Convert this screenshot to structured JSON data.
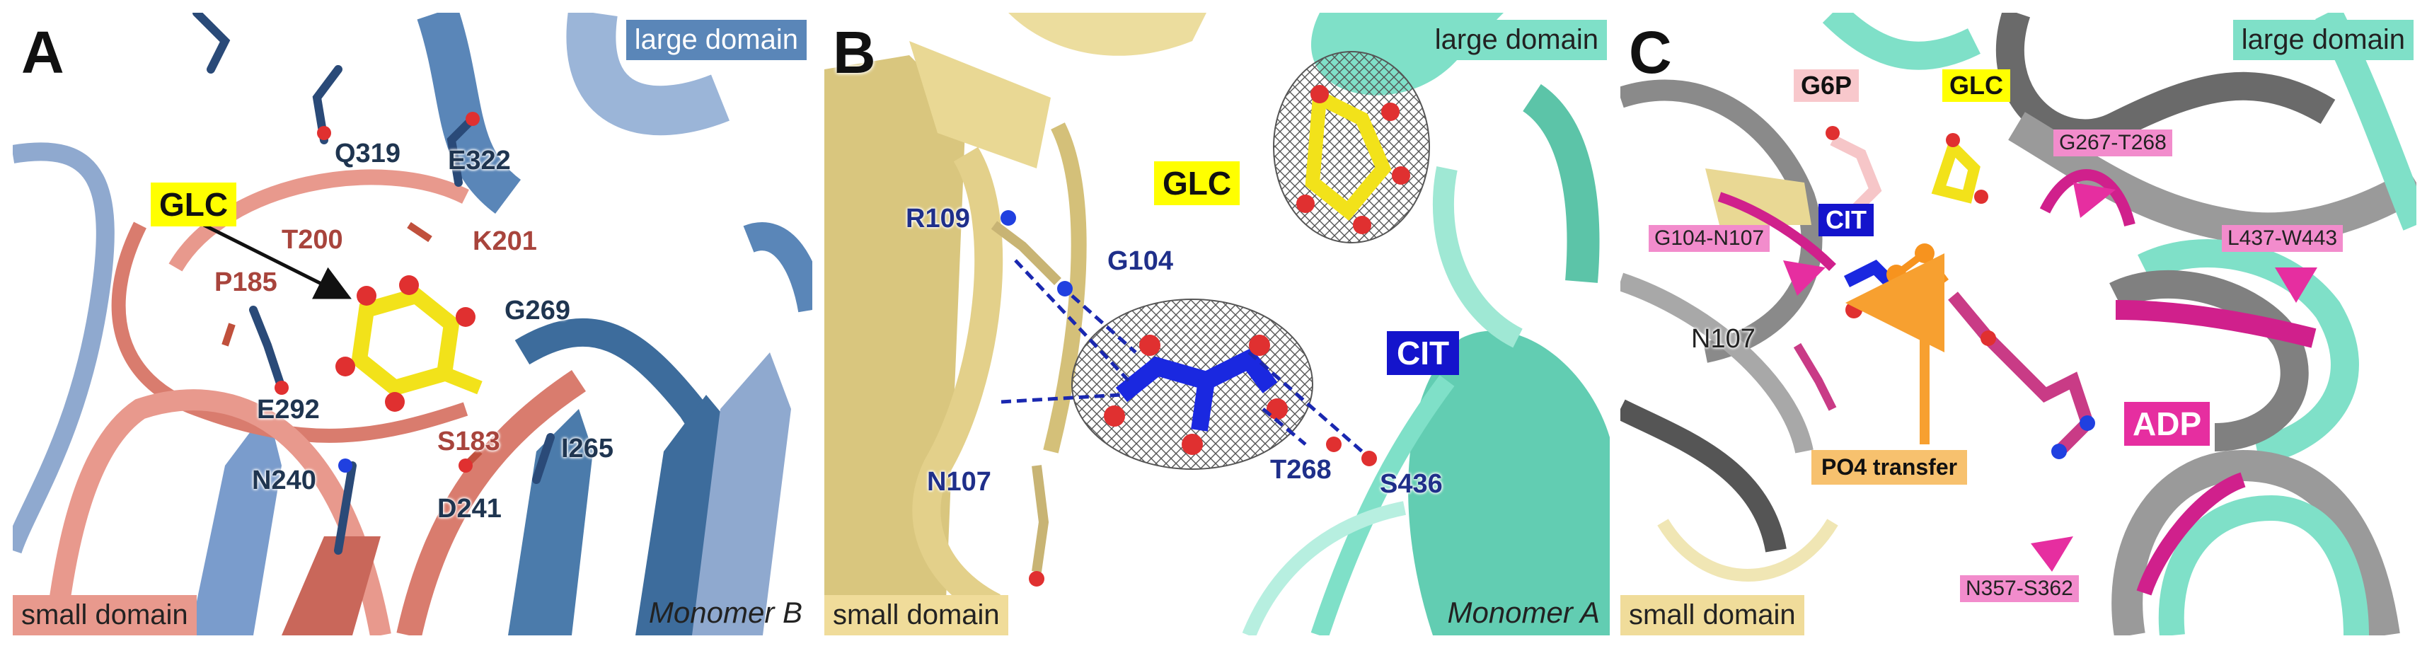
{
  "panels": {
    "a": {
      "label": "A",
      "domain_large": "large domain",
      "domain_small": "small domain",
      "monomer": "Monomer B",
      "ligand": "GLC",
      "residues": [
        "Q319",
        "E322",
        "T200",
        "K201",
        "P185",
        "G269",
        "E292",
        "S183",
        "N240",
        "I265",
        "D241"
      ]
    },
    "b": {
      "label": "B",
      "domain_large": "large domain",
      "domain_small": "small domain",
      "monomer": "Monomer A",
      "ligand_glc": "GLC",
      "ligand_cit": "CIT",
      "residues": [
        "R109",
        "G104",
        "N107",
        "T268",
        "S436"
      ]
    },
    "c": {
      "label": "C",
      "domain_large": "large domain",
      "domain_small": "small domain",
      "ligands": [
        "G6P",
        "GLC",
        "CIT",
        "ADP"
      ],
      "transfer": "PO4 transfer",
      "segments": [
        "G267-T268",
        "G104-N107",
        "L437-W443",
        "N357-S362"
      ],
      "residue": "N107"
    }
  },
  "colors": {
    "large_domain_a": "#5a86b8",
    "small_domain_a": "#e8998d",
    "large_domain_b": "#7fe0c8",
    "small_domain_b": "#f0dc9a",
    "ligand_glc": "#ffff00",
    "ligand_cit": "#1414cc",
    "adp": "#e62ea0",
    "po4_arrow": "#f7a030"
  }
}
